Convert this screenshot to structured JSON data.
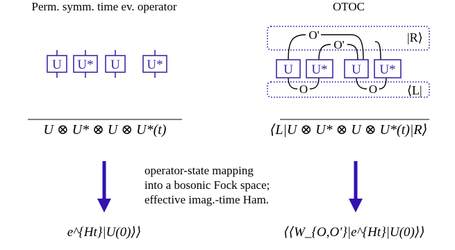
{
  "left_panel": {
    "title": "Perm. symm. time ev. operator",
    "boxes": [
      "U",
      "U*",
      "U",
      "U*"
    ],
    "overline_formula": "U ⊗ U* ⊗ U ⊗ U*(t)",
    "result_formula": "e^{Ht}|U(0)⟩⟩"
  },
  "right_panel": {
    "title": "OTOC",
    "top_state_label": "|R⟩",
    "bottom_state_label": "⟨L|",
    "operator_labels_top": [
      "O'",
      "O'"
    ],
    "operator_labels_bottom": [
      "O",
      "O"
    ],
    "boxes": [
      "U",
      "U*",
      "U",
      "U*"
    ],
    "formula": "⟨L|U ⊗ U* ⊗ U ⊗ U*(t)|R⟩",
    "result_formula": "⟨⟨W_{O,O'}|e^{Ht}|U(0)⟩⟩"
  },
  "mapping_text": [
    "operator-state mapping",
    "into a bosonic Fock space;",
    "effective imag.-time Ham."
  ],
  "colors": {
    "box_stroke": "#3b2aa8",
    "arrow": "#3212b0",
    "dotted": "#3b2aa8",
    "text": "#000000"
  }
}
